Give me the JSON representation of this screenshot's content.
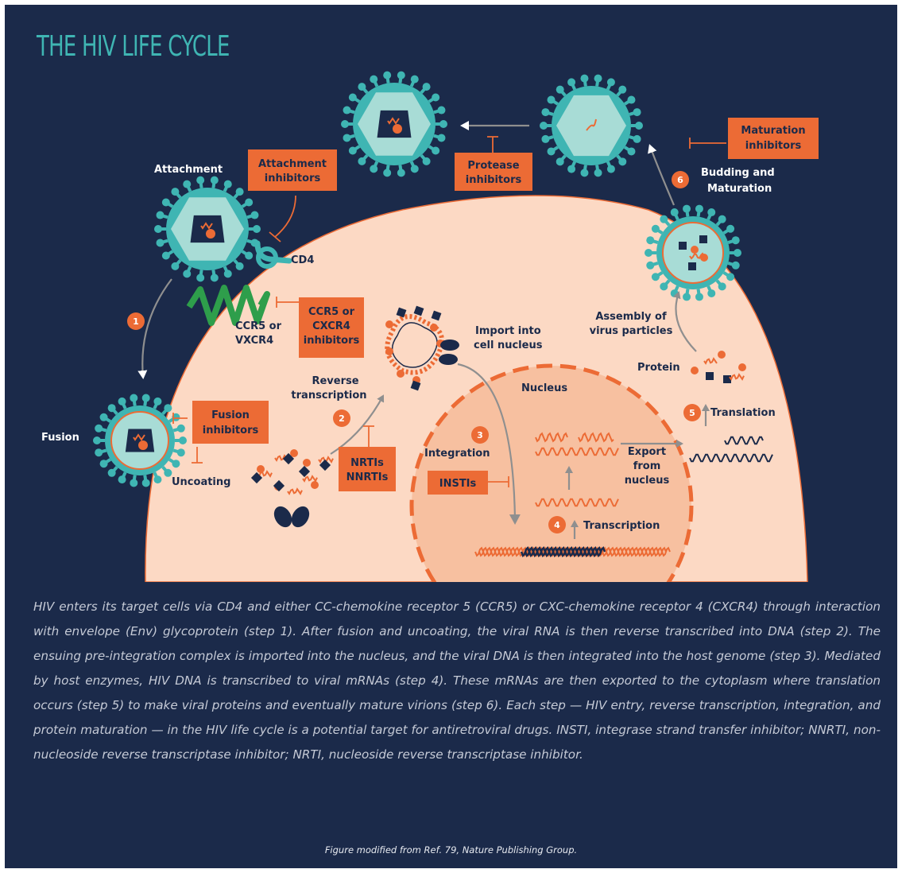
{
  "title": "THE HIV LIFE CYCLE",
  "labels": {
    "attachment": "Attachment",
    "cd4": "CD4",
    "ccr5_1": "CCR5 or",
    "ccr5_2": "VXCR4",
    "fusion": "Fusion",
    "uncoating": "Uncoating",
    "rt_1": "Reverse",
    "rt_2": "transcription",
    "import_1": "Import into",
    "import_2": "cell nucleus",
    "nucleus": "Nucleus",
    "integration": "Integration",
    "transcription": "Transcription",
    "export_1": "Export",
    "export_2": "from",
    "export_3": "nucleus",
    "translation": "Translation",
    "protein": "Protein",
    "assembly_1": "Assembly of",
    "assembly_2": "virus particles",
    "budding_1": "Budding and",
    "budding_2": "Maturation"
  },
  "inhibitors": {
    "attachment_1": "Attachment",
    "attachment_2": "inhibitors",
    "ccr5_1": "CCR5 or",
    "ccr5_2": "CXCR4",
    "ccr5_3": "inhibitors",
    "fusion_1": "Fusion",
    "fusion_2": "inhibitors",
    "nrti_1": "NRTIs",
    "nrti_2": "NNRTIs",
    "insti": "INSTIs",
    "protease_1": "Protease",
    "protease_2": "inhibitors",
    "maturation_1": "Maturation",
    "maturation_2": "inhibitors"
  },
  "steps": [
    "1",
    "2",
    "3",
    "4",
    "5",
    "6"
  ],
  "caption": "HIV enters its target cells via CD4 and either CC-chemokine receptor 5 (CCR5) or CXC-chemokine receptor 4 (CXCR4) through interaction with envelope (Env) glycoprotein (step 1). After fusion and uncoating, the viral RNA is then reverse transcribed into DNA (step 2). The ensuing pre-integration complex is imported into the nucleus, and the viral DNA is then integrated into the host genome (step 3). Mediated by host enzymes, HIV DNA is transcribed to viral mRNAs (step 4). These mRNAs are then exported to the cytoplasm where translation occurs (step 5) to make viral proteins and eventually mature virions (step 6). Each step — HIV entry, reverse transcription, integration, and protein maturation — in the HIV life cycle is a potential target for antiretroviral drugs. INSTI, integrase strand transfer inhibitor; NNRTI, non-nucleoside reverse transcriptase inhibitor; NRTI, nucleoside reverse transcriptase inhibitor.",
  "credit": "Figure modified from Ref. 79, Nature Publishing Group.",
  "colors": {
    "background": "#1b2a4a",
    "cell": "#fcd9c4",
    "nucleus": "#f7c0a0",
    "accent": "#ec6b35",
    "virus_teal": "#3fb5b3",
    "virus_inner": "#a8dcd6",
    "receptor_green": "#2e9e4b",
    "title": "#3fb5b3"
  },
  "icons": [
    "hiv-virion-icon",
    "cd4-receptor-icon",
    "ccr5-receptor-icon",
    "rna-strand-icon",
    "dna-helix-icon"
  ]
}
